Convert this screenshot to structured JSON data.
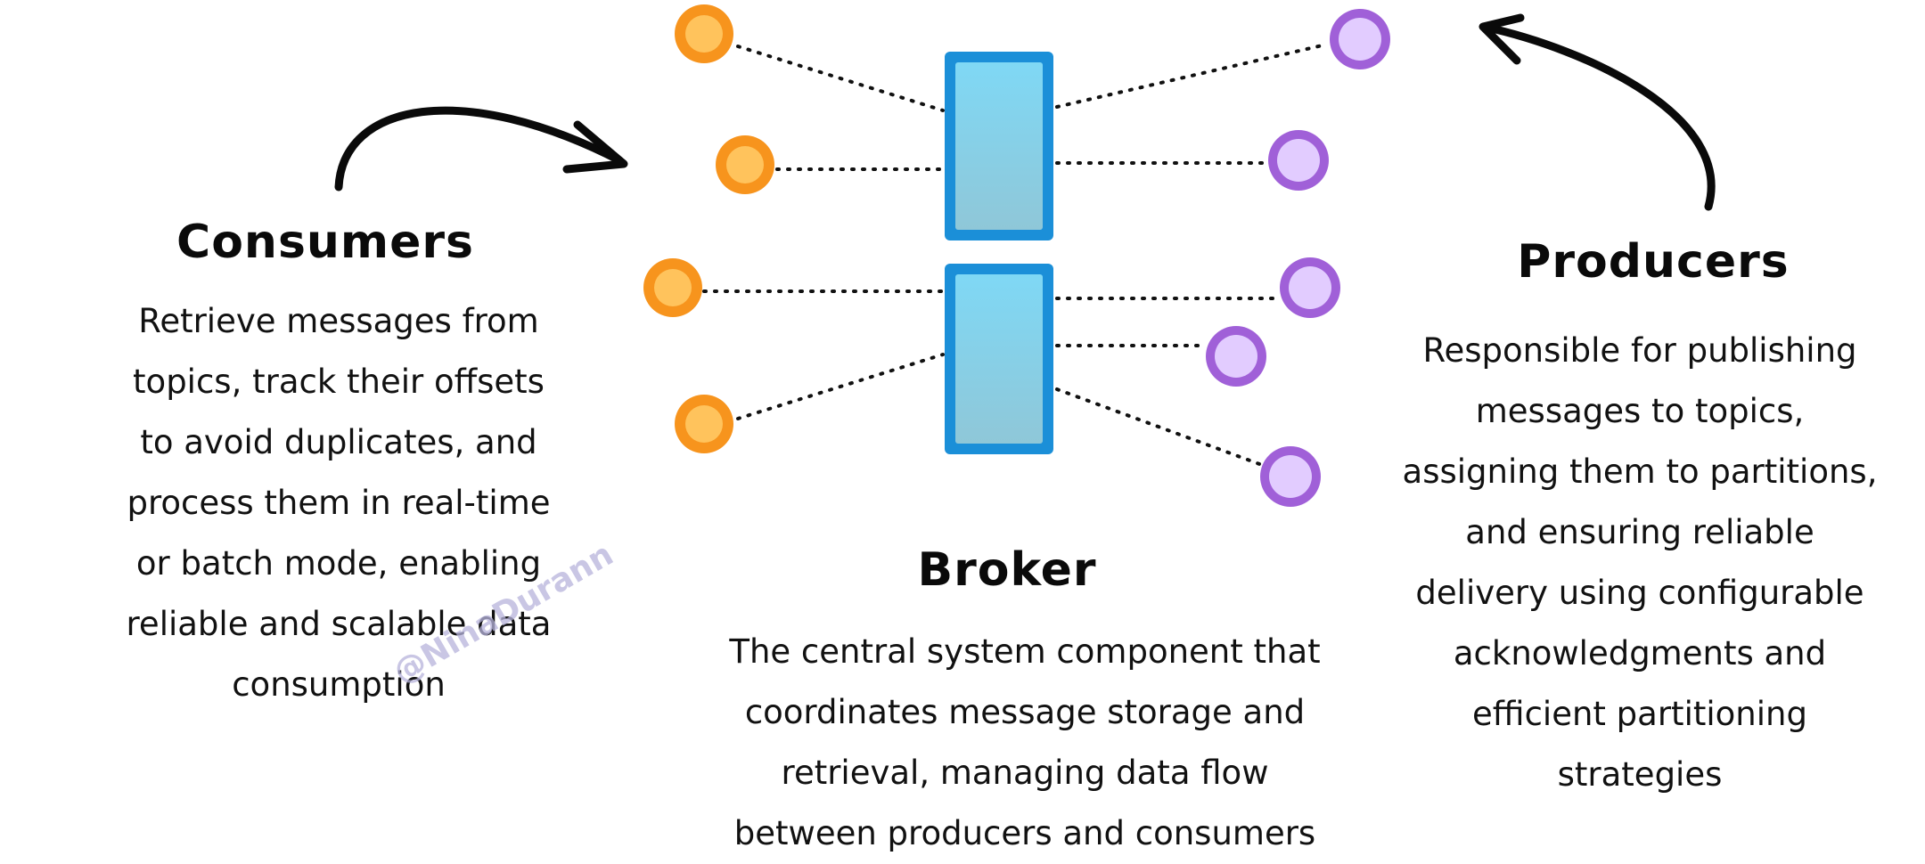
{
  "consumers": {
    "title": "Consumers",
    "lines": [
      "Retrieve messages from",
      "topics, track their offsets",
      "to avoid duplicates, and",
      "process them in real-time",
      "or batch mode, enabling",
      "reliable and scalable data",
      "consumption"
    ]
  },
  "broker": {
    "title": "Broker",
    "lines": [
      "The central system component that",
      "coordinates message storage and",
      "retrieval, managing data flow",
      "between producers and consumers"
    ]
  },
  "producers": {
    "title": "Producers",
    "lines": [
      "Responsible for publishing",
      "messages to topics,",
      "assigning them to partitions,",
      "and ensuring reliable",
      "delivery using configurable",
      "acknowledgments and",
      "efficient partitioning",
      "strategies"
    ]
  },
  "watermark": "@NinaDurann",
  "colors": {
    "consumer_node": "#f7941d",
    "consumer_node_inner": "#ffc35c",
    "producer_node": "#a060d8",
    "producer_node_inner": "#e2ccff",
    "broker_fill": "#5ec8ec",
    "broker_border": "#1b8fd8"
  }
}
